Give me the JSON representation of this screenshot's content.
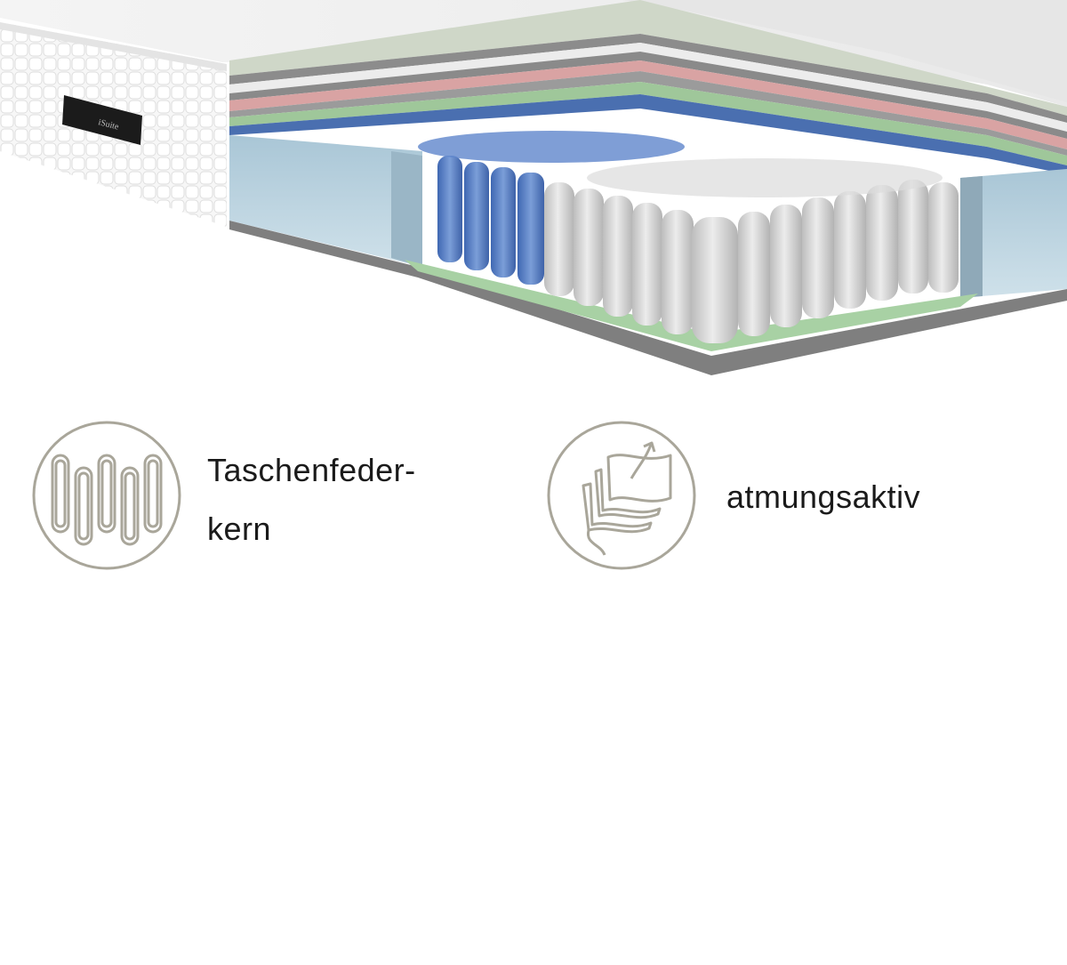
{
  "colors": {
    "icon_stroke": "#a9a69a",
    "text": "#1a1a1a",
    "foam_blue": "#4a6fb0",
    "foam_green": "#9fc79a",
    "foam_pink": "#d9a3a3",
    "spring_blue": "#4d78c4",
    "spring_gray": "#cfcfcf"
  },
  "hero": {
    "label_text": "iSuite"
  },
  "features": [
    {
      "icon": "pocket-spring-icon",
      "line1": "Taschenfeder-",
      "line2": "kern"
    },
    {
      "icon": "breathable-layers-icon",
      "line1": "atmungsaktiv"
    }
  ]
}
